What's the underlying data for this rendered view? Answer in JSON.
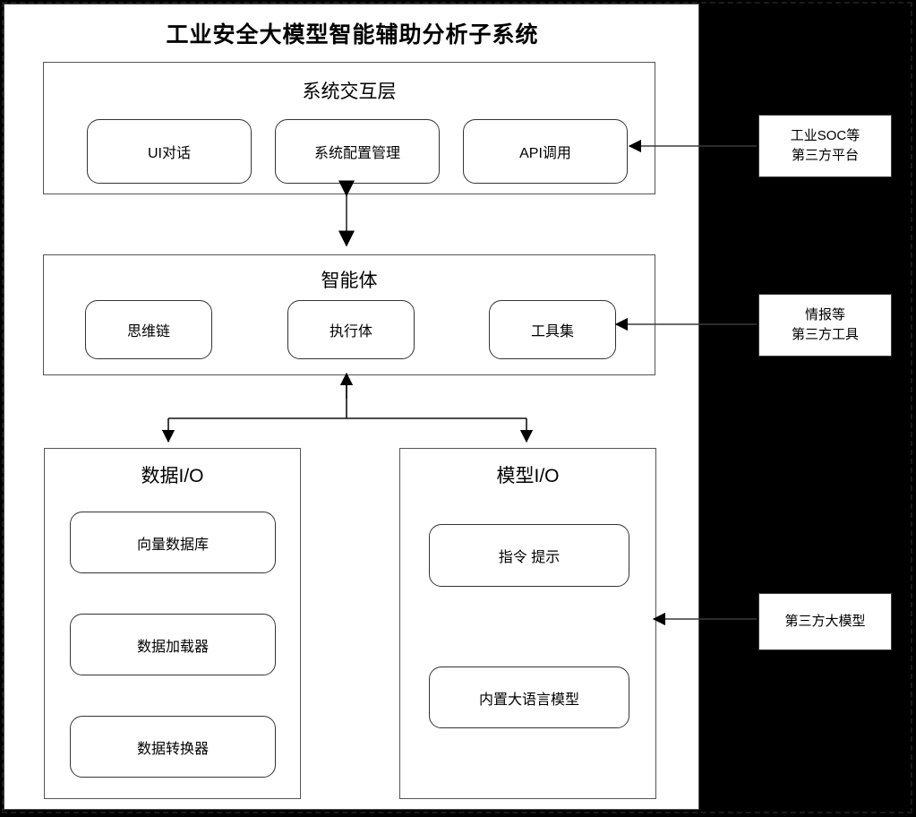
{
  "system": {
    "title": "工业安全大模型智能辅助分析子系统"
  },
  "interaction_layer": {
    "title": "系统交互层",
    "nodes": [
      {
        "label": "UI对话"
      },
      {
        "label": "系统配置管理"
      },
      {
        "label": "API调用"
      }
    ]
  },
  "agent_layer": {
    "title": "智能体",
    "nodes": [
      {
        "label": "思维链"
      },
      {
        "label": "执行体"
      },
      {
        "label": "工具集"
      }
    ]
  },
  "data_io": {
    "title": "数据I/O",
    "nodes": [
      {
        "label": "向量数据库"
      },
      {
        "label": "数据加载器"
      },
      {
        "label": "数据转换器"
      }
    ]
  },
  "model_io": {
    "title": "模型I/O",
    "nodes": [
      {
        "label": "指令 提示"
      },
      {
        "label": "内置大语言模型"
      }
    ]
  },
  "external": [
    {
      "line1": "工业SOC等",
      "line2": "第三方平台"
    },
    {
      "line1": "情报等",
      "line2": "第三方工具"
    },
    {
      "line1": "第三方大模型",
      "line2": ""
    }
  ],
  "colors": {
    "background": "#000000",
    "panel": "#ffffff",
    "stroke": "#333333",
    "text": "#000000"
  }
}
